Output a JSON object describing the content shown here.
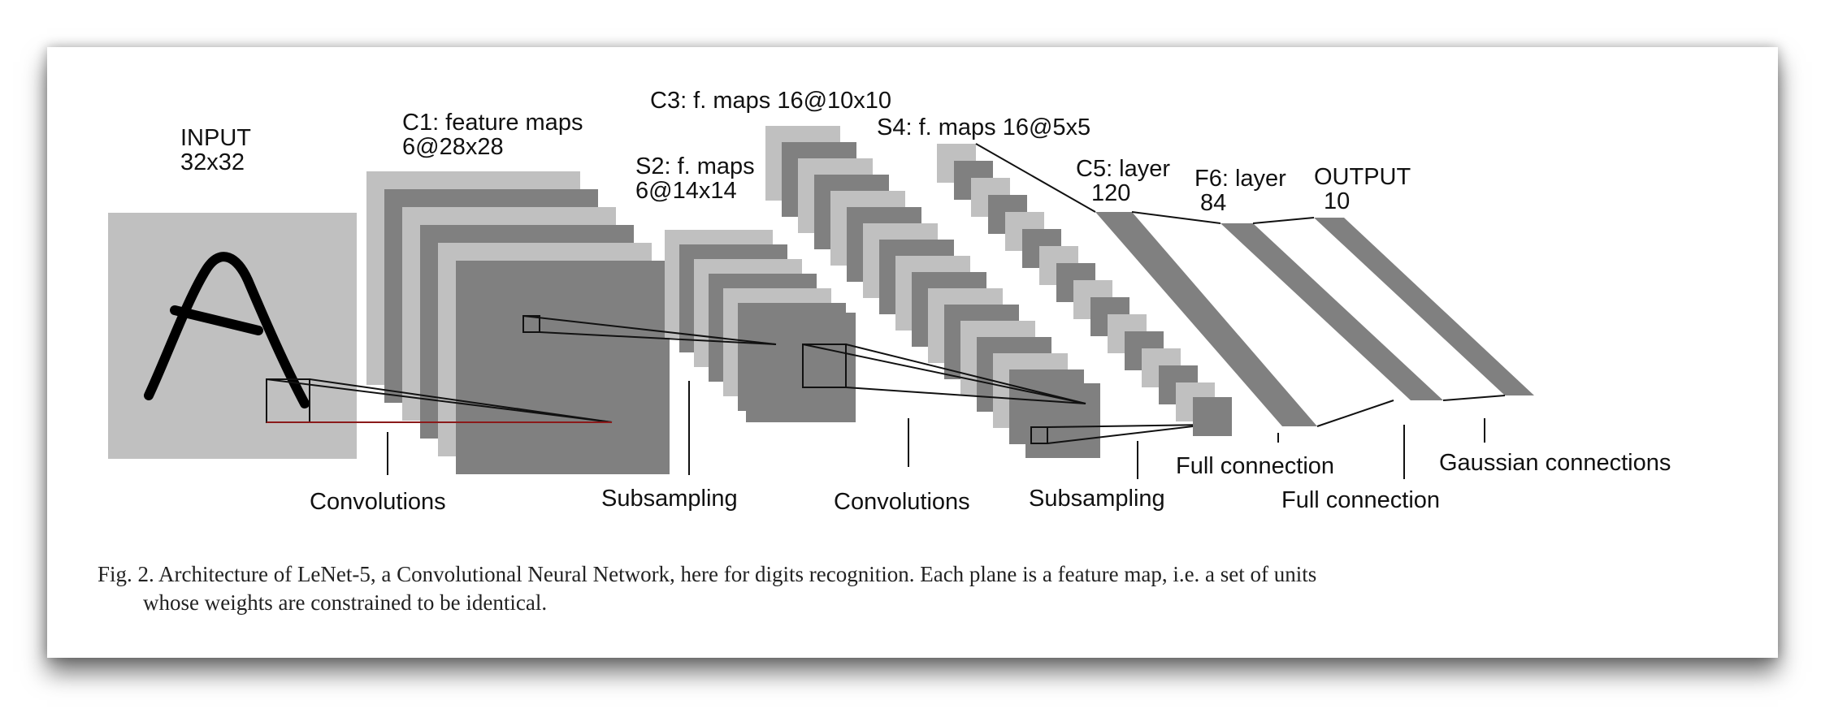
{
  "labels": {
    "input": [
      "INPUT",
      "32x32"
    ],
    "c1": [
      "C1: feature maps",
      "6@28x28"
    ],
    "s2": [
      "S2: f. maps",
      "6@14x14"
    ],
    "c3": "C3: f. maps 16@10x10",
    "s4": "S4: f. maps 16@5x5",
    "c5": [
      "C5: layer",
      "120"
    ],
    "f6": [
      "F6: layer",
      "84"
    ],
    "output": [
      "OUTPUT",
      "10"
    ]
  },
  "operations": {
    "conv1": "Convolutions",
    "sub1": "Subsampling",
    "conv2": "Convolutions",
    "sub2": "Subsampling",
    "full1": "Full connection",
    "full2": "Full connection",
    "gauss": "Gaussian connections"
  },
  "caption": {
    "line1": "Fig. 2.   Architecture of LeNet-5, a Convolutional Neural Network, here for digits recognition. Each plane is a feature map, i.e. a set of units",
    "line2": "whose weights are constrained to be identical."
  },
  "colors": {
    "light_plane": "#c0c0c0",
    "dark_plane": "#808080",
    "outline": "#111111"
  }
}
